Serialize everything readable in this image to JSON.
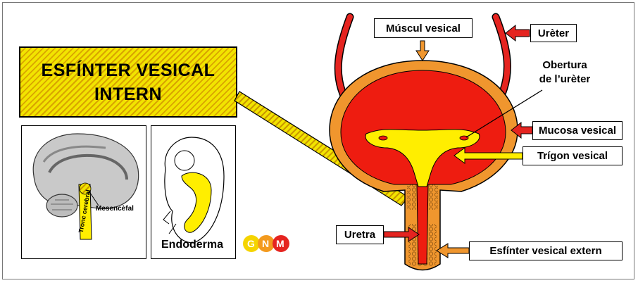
{
  "title": {
    "line1": "ESFÍNTER VESICAL",
    "line2": "INTERN"
  },
  "labels": {
    "muscul_vesical": "Múscul vesical",
    "ureter": "Urèter",
    "obertura_line1": "Obertura",
    "obertura_line2": "de l’urèter",
    "mucosa_vesical": "Mucosa vesical",
    "trigon_vesical": "Trígon vesical",
    "uretra": "Uretra",
    "esfinter_extern": "Esfínter vesical extern"
  },
  "brain_panel": {
    "tronc_label": "Tronc cerebral",
    "mesencefal_label": "Mesencèfal"
  },
  "embryo_panel": {
    "label": "Endoderma"
  },
  "logo": {
    "letters": [
      "G",
      "N",
      "M"
    ],
    "colors": [
      "#f5d400",
      "#f39a1e",
      "#e52420"
    ]
  },
  "colors": {
    "muscle": "#f0962e",
    "mucosa": "#ee1c10",
    "trigon": "#ffee00",
    "hatch": "#f2e400"
  }
}
